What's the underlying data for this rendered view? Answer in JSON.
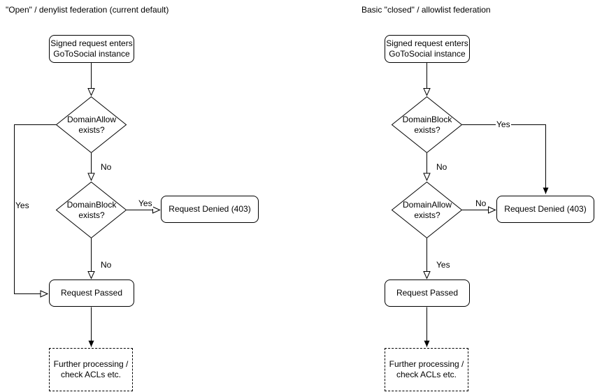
{
  "colors": {
    "background": "#ffffff",
    "stroke": "#000000",
    "shape_fill": "#ffffff",
    "text": "#000000"
  },
  "diagram": {
    "type": "flowchart-pair",
    "left": {
      "title": "\"Open\" / denylist federation (current default)",
      "nodes": {
        "start": "Signed request enters\nGoToSocial instance",
        "decision_allow": "DomainAllow\nexists?",
        "decision_block": "DomainBlock\nexists?",
        "denied": "Request Denied (403)",
        "passed": "Request Passed",
        "further": "Further processing /\ncheck ACLs etc."
      },
      "labels": {
        "allow_no": "No",
        "allow_yes": "Yes",
        "block_yes": "Yes",
        "block_no": "No"
      }
    },
    "right": {
      "title": "Basic \"closed\" / allowlist federation",
      "nodes": {
        "start": "Signed request enters\nGoToSocial instance",
        "decision_block": "DomainBlock\nexists?",
        "decision_allow": "DomainAllow\nexists?",
        "denied": "Request Denied (403)",
        "passed": "Request Passed",
        "further": "Further processing /\ncheck ACLs etc."
      },
      "labels": {
        "block_yes": "Yes",
        "block_no": "No",
        "allow_no": "No",
        "allow_yes": "Yes"
      }
    }
  }
}
